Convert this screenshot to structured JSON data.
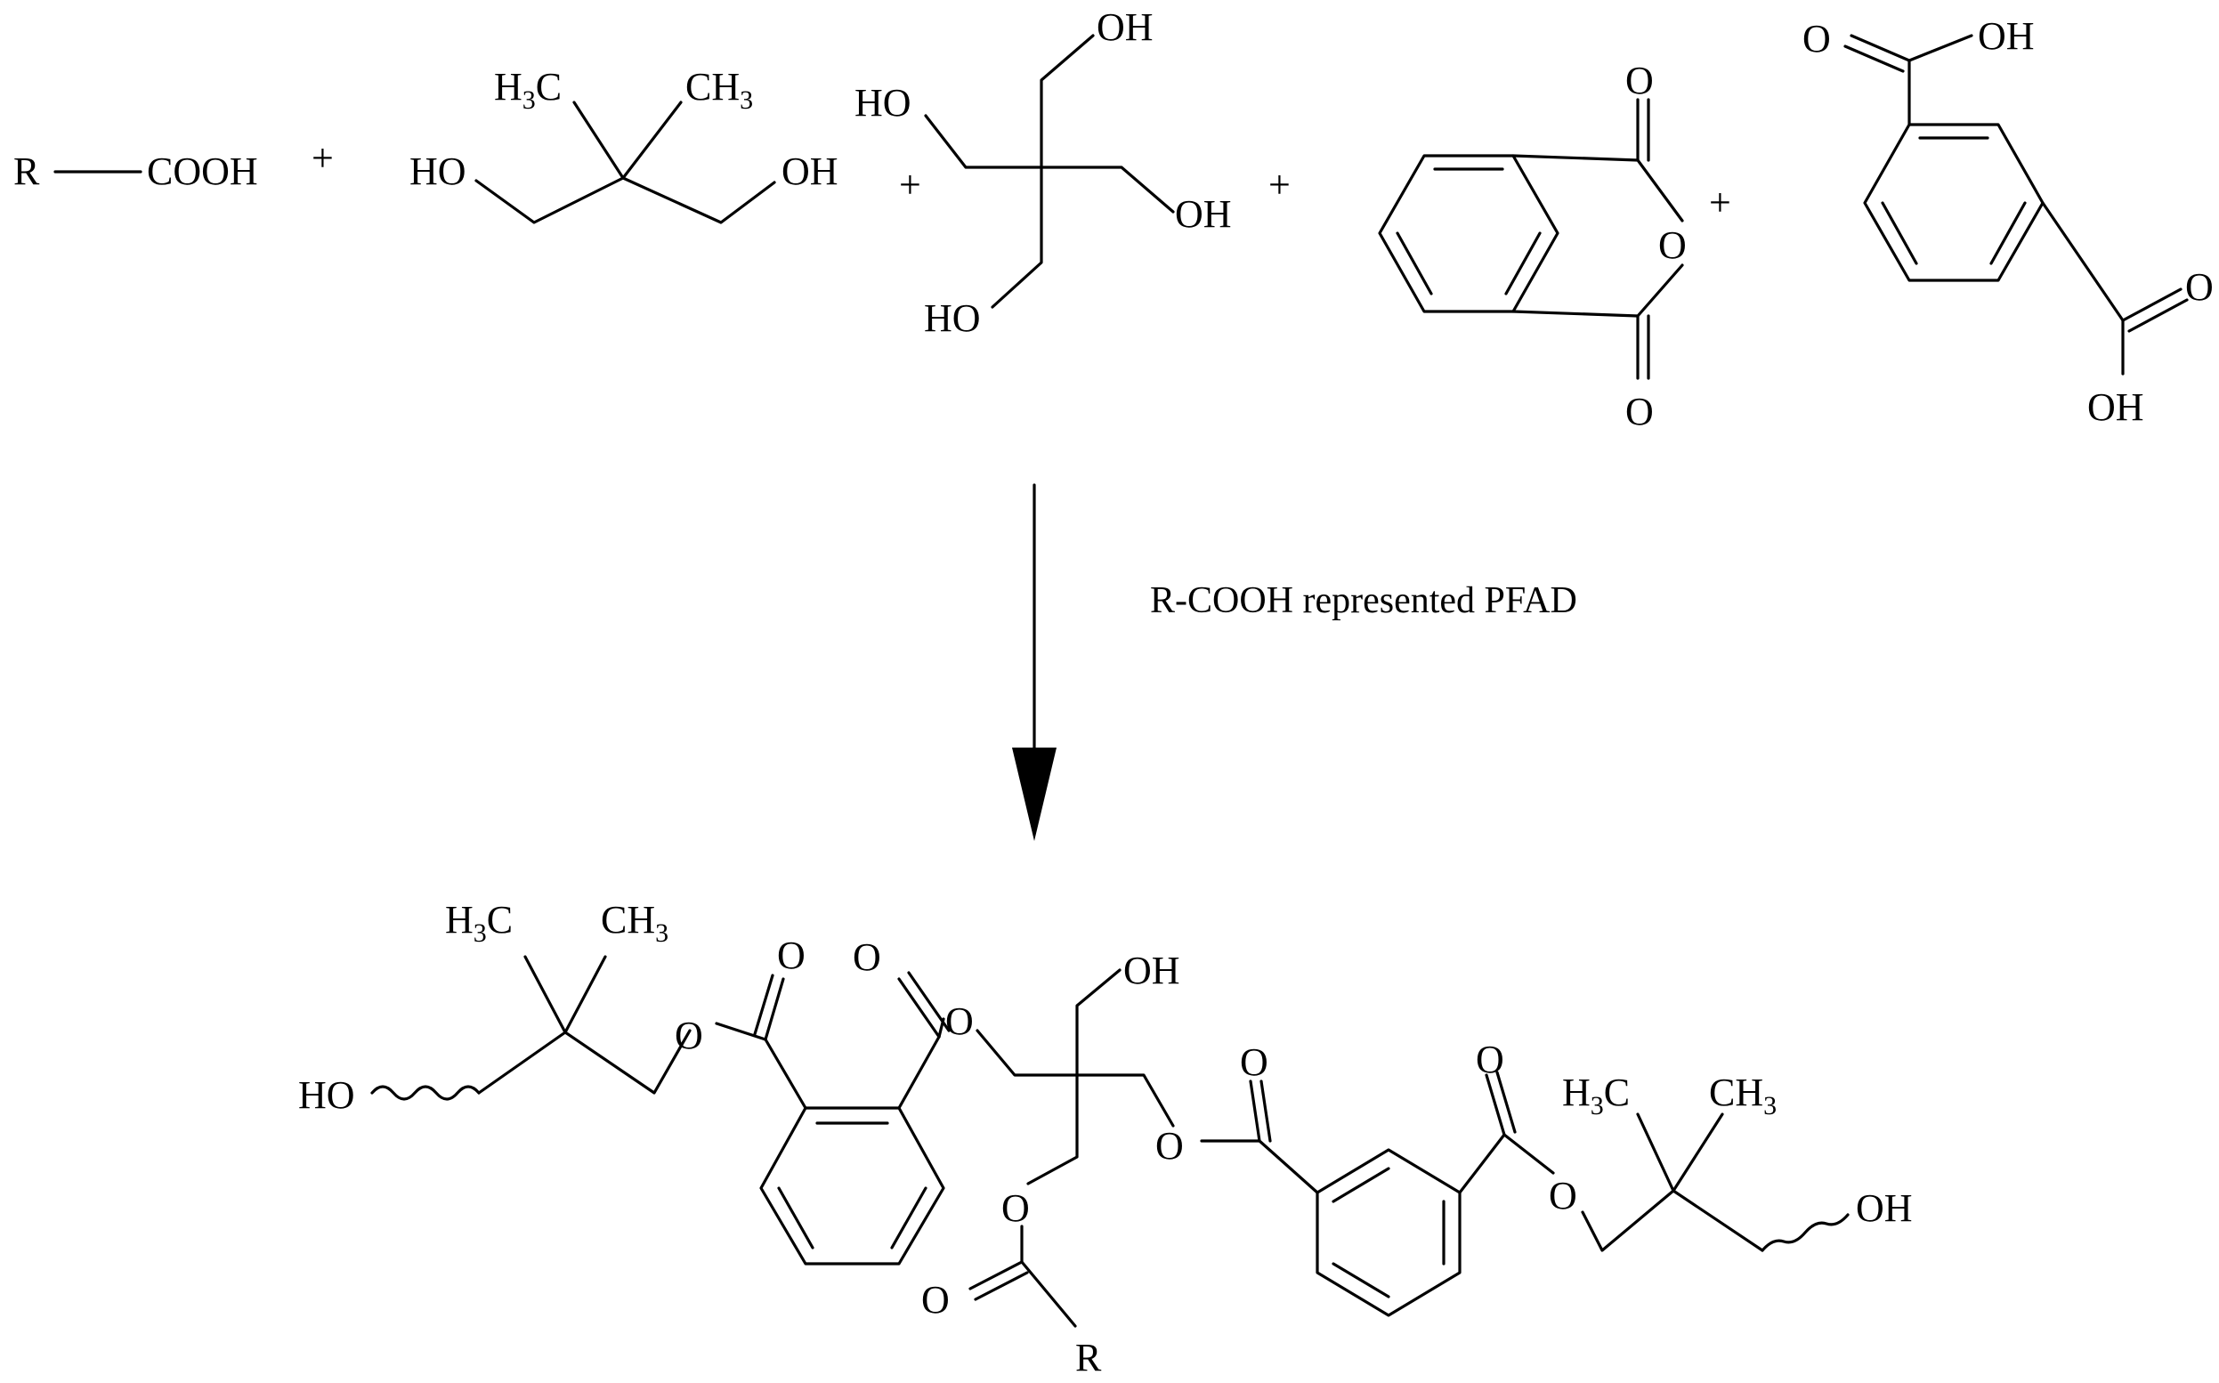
{
  "reactants": {
    "fatty_acid": {
      "r": "R",
      "cooh": "COOH"
    },
    "plus": "+",
    "neopentyl_glycol": {
      "ho": "HO",
      "oh": "OH",
      "h3c": "H3C",
      "ch3": "CH3"
    },
    "pentaerythritol": {
      "oh_top": "OH",
      "ho_left": "HO",
      "oh_right": "OH",
      "ho_bottom": "HO"
    },
    "phthalic_anhydride": {
      "o_top": "O",
      "o_ring": "O",
      "o_bottom": "O"
    },
    "isophthalic_acid": {
      "o_top": "O",
      "oh_top": "OH",
      "o_right": "O",
      "oh_bottom": "OH"
    }
  },
  "condition": "R-COOH represented PFAD",
  "product": {
    "ho_left": "HO",
    "h3c_left": "H3C",
    "ch3_left": "CH3",
    "o_carbonyl_1": "O",
    "o_carbonyl_2": "O",
    "o_ester_1": "O",
    "o_ester_2": "O",
    "oh_top": "OH",
    "o_carbonyl_3": "O",
    "o_carbonyl_4": "O",
    "o_ester_3": "O",
    "o_ester_4": "O",
    "o_ester_5": "O",
    "o_carbonyl_5": "O",
    "r": "R",
    "h3c_right": "H3C",
    "ch3_right": "CH3",
    "oh_right": "OH"
  }
}
